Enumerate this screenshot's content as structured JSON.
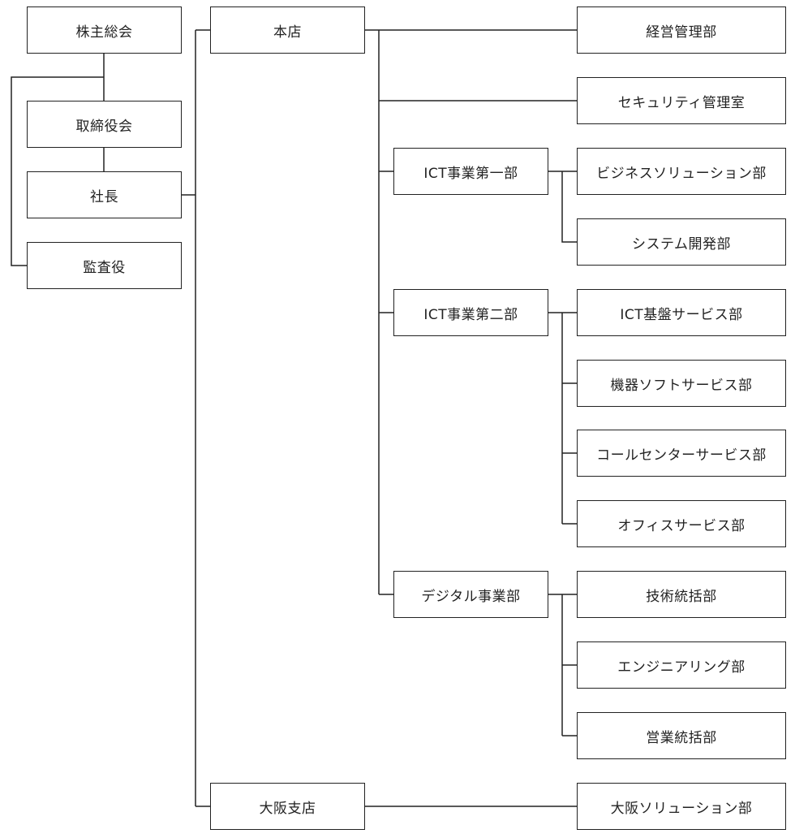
{
  "org": {
    "shareholders": "株主総会",
    "board": "取締役会",
    "president": "社長",
    "auditor": "監査役",
    "head_office": "本店",
    "osaka_branch": "大阪支店",
    "mgmt_planning": "経営管理部",
    "security_mgmt": "セキュリティ管理室",
    "ict1": {
      "name": "ICT事業第一部",
      "departments": [
        "ビジネスソリューション部",
        "システム開発部"
      ]
    },
    "ict2": {
      "name": "ICT事業第二部",
      "departments": [
        "ICT基盤サービス部",
        "機器ソフトサービス部",
        "コールセンターサービス部",
        "オフィスサービス部"
      ]
    },
    "digital": {
      "name": "デジタル事業部",
      "departments": [
        "技術統括部",
        "エンジニアリング部",
        "営業統括部"
      ]
    },
    "osaka_solution": "大阪ソリューション部"
  }
}
